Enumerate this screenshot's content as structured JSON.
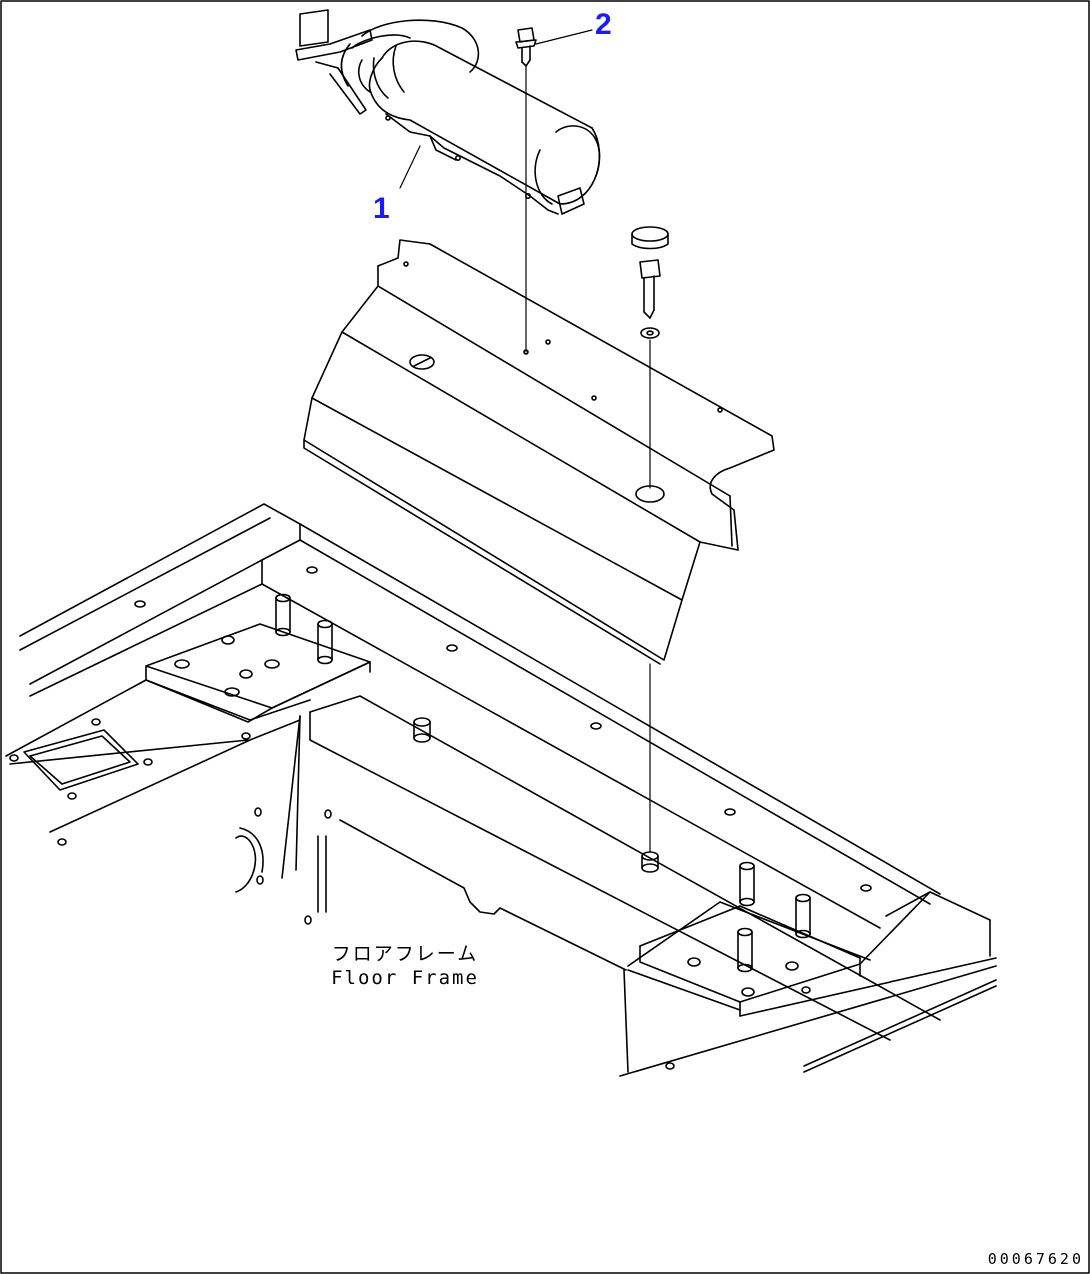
{
  "callouts": [
    {
      "id": "1",
      "label": "1",
      "part": "air cleaner"
    },
    {
      "id": "2",
      "label": "2",
      "part": "bolt"
    }
  ],
  "frame_label": {
    "japanese": "フロアフレーム",
    "english": "Floor Frame"
  },
  "document_number": "00067620",
  "colors": {
    "callout": "#1a1aff",
    "line": "#000000",
    "background": "#ffffff"
  }
}
